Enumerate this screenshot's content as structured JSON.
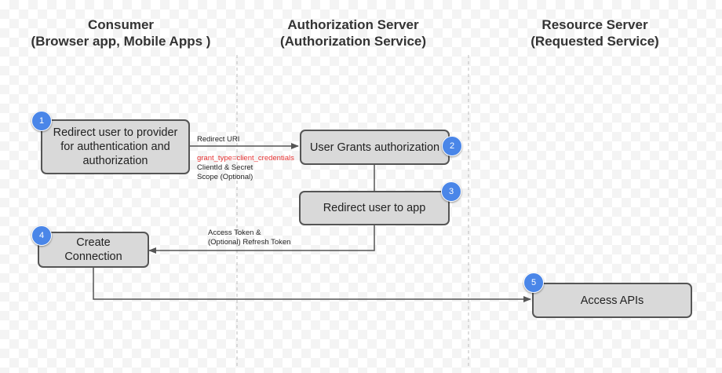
{
  "lanes": {
    "consumer": {
      "title": "Consumer",
      "subtitle": "(Browser app, Mobile Apps )"
    },
    "auth": {
      "title": "Authorization Server",
      "subtitle": "(Authorization Service)"
    },
    "resource": {
      "title": "Resource Server",
      "subtitle": "(Requested Service)"
    }
  },
  "steps": [
    {
      "number": "1",
      "lines": [
        "Redirect user to provider",
        "for authentication and",
        "authorization"
      ]
    },
    {
      "number": "2",
      "lines": [
        "User Grants authorization"
      ]
    },
    {
      "number": "3",
      "lines": [
        "Redirect user to app"
      ]
    },
    {
      "number": "4",
      "lines": [
        "Create",
        "Connection"
      ]
    },
    {
      "number": "5",
      "lines": [
        "Access APIs"
      ]
    }
  ],
  "annotations": {
    "redirect": {
      "line1": "Redirect URI",
      "grant": "grant_type=client_credentials",
      "line3": "ClientId & Secret",
      "line4": "Scope (Optional)"
    },
    "token": {
      "line1": "Access Token &",
      "line2": "(Optional) Refresh Token"
    }
  },
  "colors": {
    "box_fill": "#d9d9d9",
    "box_border": "#555555",
    "badge": "#4a86e8",
    "highlight_text": "#e53333",
    "lane_divider": "#bbbbbb"
  }
}
